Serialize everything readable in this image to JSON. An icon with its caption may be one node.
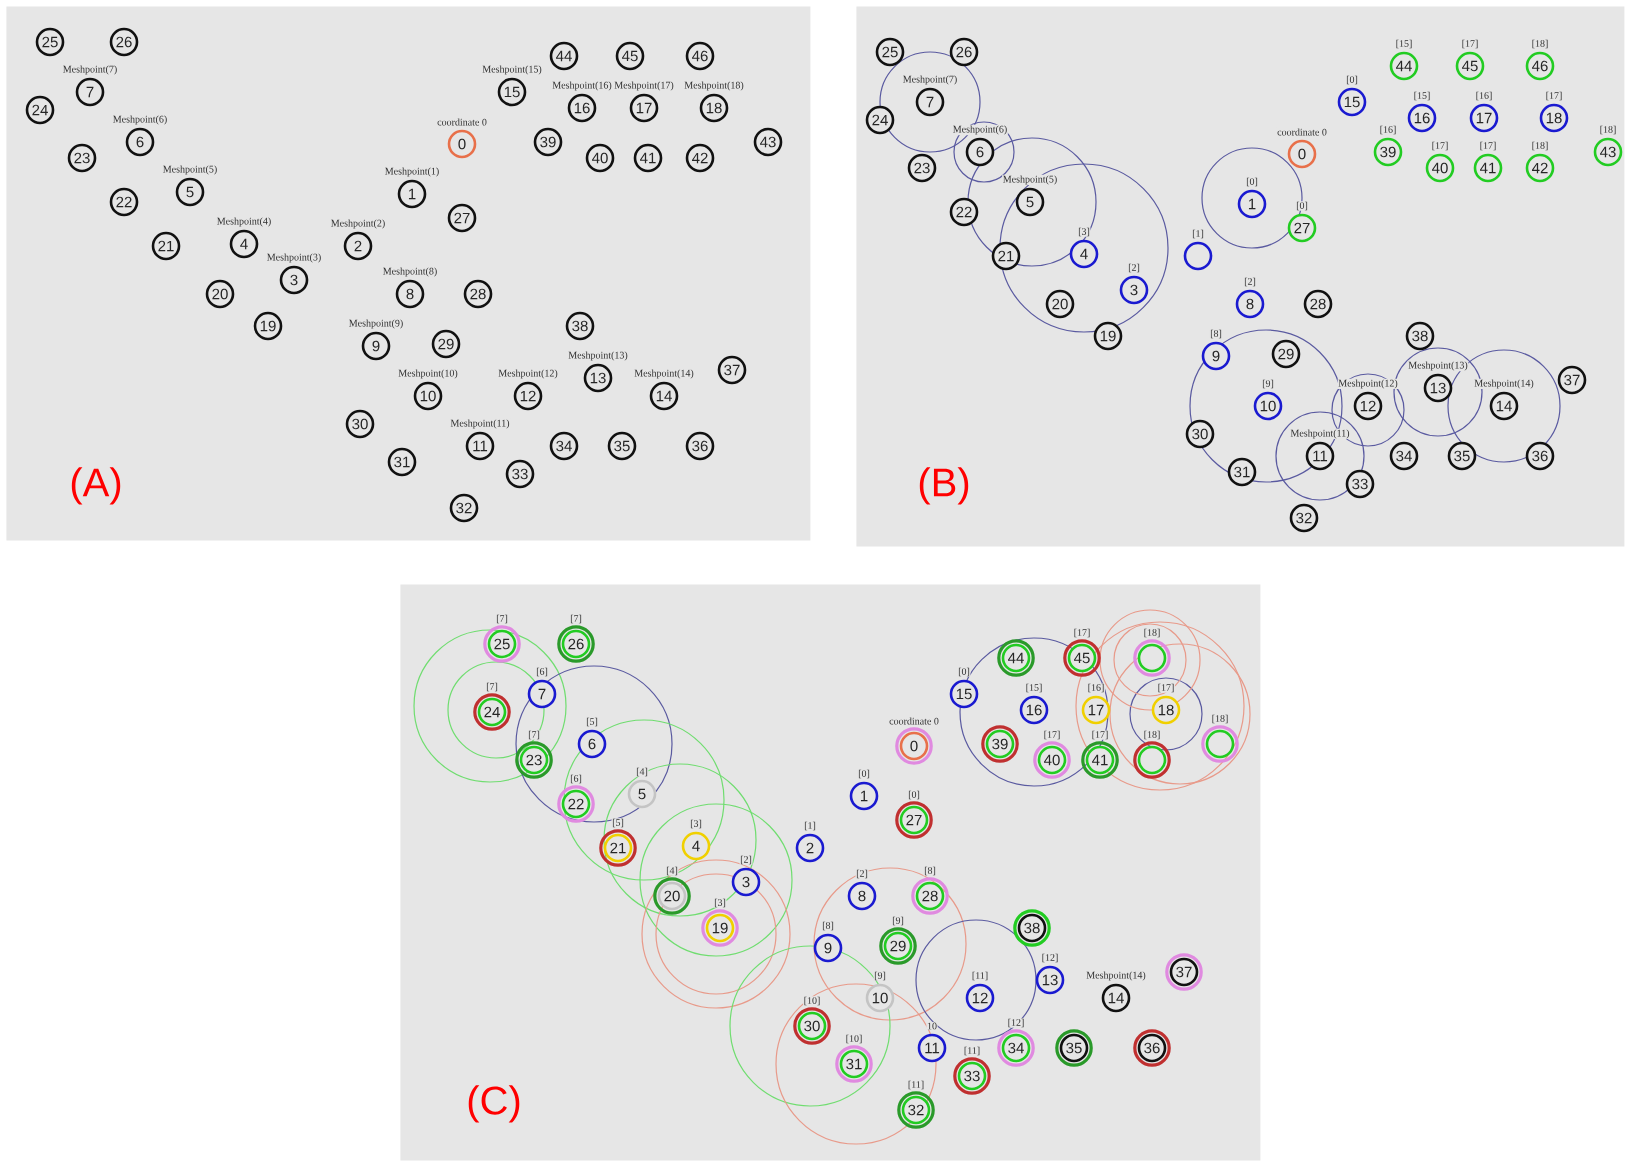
{
  "diagram": {
    "nodes": [
      {
        "text": [
          "(A)"
        ]
      },
      {
        "text": [
          "(B)"
        ]
      },
      {
        "text": [
          "(C)"
        ]
      },
      {
        "text": [
          "0"
        ],
        "in": 0,
        "beside": [
          "coordinate 0"
        ]
      },
      {
        "text": [
          "1"
        ],
        "in": 0,
        "beside": [
          "Meshpoint(1)"
        ]
      },
      {
        "text": [
          "2"
        ],
        "in": 0,
        "beside": [
          "Meshpoint(2)"
        ]
      },
      {
        "text": [
          "3"
        ],
        "in": 0,
        "beside": [
          "Meshpoint(3)"
        ]
      },
      {
        "text": [
          "4"
        ],
        "in": 0,
        "beside": [
          "Meshpoint(4)"
        ]
      },
      {
        "text": [
          "5"
        ],
        "in": 0,
        "beside": [
          "Meshpoint(5)"
        ]
      },
      {
        "text": [
          "6"
        ],
        "in": 0,
        "beside": [
          "Meshpoint(6)"
        ]
      },
      {
        "text": [
          "7"
        ],
        "in": 0,
        "beside": [
          "Meshpoint(7)"
        ]
      },
      {
        "text": [
          "8"
        ],
        "in": 0,
        "beside": [
          "Meshpoint(8)"
        ]
      },
      {
        "text": [
          "9"
        ],
        "in": 0,
        "beside": [
          "Meshpoint(9)"
        ]
      },
      {
        "text": [
          "10"
        ],
        "in": 0,
        "beside": [
          "Meshpoint(10)"
        ]
      },
      {
        "text": [
          "11"
        ],
        "in": 0,
        "beside": [
          "Meshpoint(11)"
        ]
      },
      {
        "text": [
          "12"
        ],
        "in": 0,
        "beside": [
          "Meshpoint(12)"
        ]
      },
      {
        "text": [
          "13"
        ],
        "in": 0,
        "beside": [
          "Meshpoint(13)"
        ]
      },
      {
        "text": [
          "14"
        ],
        "in": 0,
        "beside": [
          "Meshpoint(14)"
        ]
      },
      {
        "text": [
          "15"
        ],
        "in": 0,
        "beside": [
          "Meshpoint(15)"
        ]
      },
      {
        "text": [
          "16"
        ],
        "in": 0,
        "beside": [
          "Meshpoint(16)"
        ]
      },
      {
        "text": [
          "17"
        ],
        "in": 0,
        "beside": [
          "Meshpoint(17)"
        ]
      },
      {
        "text": [
          "18"
        ],
        "in": 0,
        "beside": [
          "Meshpoint(18)"
        ]
      },
      {
        "text": [
          "19"
        ],
        "in": 0
      },
      {
        "text": [
          "20"
        ],
        "in": 0
      },
      {
        "text": [
          "21"
        ],
        "in": 0
      },
      {
        "text": [
          "22"
        ],
        "in": 0
      },
      {
        "text": [
          "23"
        ],
        "in": 0
      },
      {
        "text": [
          "24"
        ],
        "in": 0
      },
      {
        "text": [
          "25"
        ],
        "in": 0
      },
      {
        "text": [
          "26"
        ],
        "in": 0
      },
      {
        "text": [
          "27"
        ],
        "in": 0
      },
      {
        "text": [
          "28"
        ],
        "in": 0
      },
      {
        "text": [
          "29"
        ],
        "in": 0
      },
      {
        "text": [
          "30"
        ],
        "in": 0
      },
      {
        "text": [
          "31"
        ],
        "in": 0
      },
      {
        "text": [
          "32"
        ],
        "in": 0
      },
      {
        "text": [
          "33"
        ],
        "in": 0
      },
      {
        "text": [
          "34"
        ],
        "in": 0
      },
      {
        "text": [
          "35"
        ],
        "in": 0
      },
      {
        "text": [
          "36"
        ],
        "in": 0
      },
      {
        "text": [
          "37"
        ],
        "in": 0
      },
      {
        "text": [
          "38"
        ],
        "in": 0
      },
      {
        "text": [
          "39"
        ],
        "in": 0
      },
      {
        "text": [
          "40"
        ],
        "in": 0
      },
      {
        "text": [
          "41"
        ],
        "in": 0
      },
      {
        "text": [
          "42"
        ],
        "in": 0
      },
      {
        "text": [
          "43"
        ],
        "in": 0
      },
      {
        "text": [
          "44"
        ],
        "in": 0
      },
      {
        "text": [
          "45"
        ],
        "in": 0
      },
      {
        "text": [
          "46"
        ],
        "in": 0
      },
      {
        "text": [
          "0"
        ],
        "in": 1,
        "beside": [
          "coordinate 0"
        ]
      },
      {
        "text": [
          "1"
        ],
        "in": 1,
        "beside": [
          "[0]"
        ]
      },
      {
        "text": [],
        "shape": "circle",
        "in": 1,
        "beside": [
          "[1]"
        ]
      },
      {
        "text": [
          "3"
        ],
        "in": 1,
        "beside": [
          "[2]"
        ]
      },
      {
        "text": [
          "4"
        ],
        "in": 1,
        "beside": [
          "[3]"
        ]
      },
      {
        "text": [
          "Meshpoint(5)",
          "5"
        ],
        "in": 1
      },
      {
        "text": [
          "Meshpoint(6)",
          "6"
        ],
        "in": 1
      },
      {
        "text": [
          "7"
        ],
        "in": 1,
        "beside": [
          "Meshpoint(7)"
        ]
      },
      {
        "text": [
          "8"
        ],
        "in": 1,
        "beside": [
          "[2]"
        ]
      },
      {
        "text": [
          "9"
        ],
        "in": 1,
        "beside": [
          "[8]"
        ]
      },
      {
        "text": [
          "10"
        ],
        "in": 1,
        "beside": [
          "[9]"
        ]
      },
      {
        "text": [
          "Meshpoint(11)",
          "11"
        ],
        "in": 1
      },
      {
        "text": [
          "Meshpoint(12)",
          "12"
        ],
        "in": 1
      },
      {
        "text": [
          "Meshpoint(13)",
          "13"
        ],
        "in": 1
      },
      {
        "text": [
          "Meshpoint(14)",
          "14"
        ],
        "in": 1
      },
      {
        "text": [
          "15"
        ],
        "in": 1,
        "beside": [
          "[0]"
        ]
      },
      {
        "text": [
          "16"
        ],
        "in": 1,
        "beside": [
          "[15]"
        ]
      },
      {
        "text": [
          "17"
        ],
        "in": 1,
        "beside": [
          "[16]"
        ]
      },
      {
        "text": [
          "18"
        ],
        "in": 1,
        "beside": [
          "[17]"
        ]
      },
      {
        "text": [
          "19"
        ],
        "in": 1
      },
      {
        "text": [
          "20"
        ],
        "in": 1
      },
      {
        "text": [
          "21"
        ],
        "in": 1
      },
      {
        "text": [
          "22"
        ],
        "in": 1
      },
      {
        "text": [
          "23"
        ],
        "in": 1
      },
      {
        "text": [
          "24"
        ],
        "in": 1
      },
      {
        "text": [
          "25"
        ],
        "in": 1
      },
      {
        "text": [
          "26"
        ],
        "in": 1
      },
      {
        "text": [
          "27"
        ],
        "in": 1,
        "beside": [
          "[0]"
        ]
      },
      {
        "text": [
          "28"
        ],
        "in": 1
      },
      {
        "text": [
          "29"
        ],
        "in": 1
      },
      {
        "text": [
          "30"
        ],
        "in": 1
      },
      {
        "text": [
          "31"
        ],
        "in": 1
      },
      {
        "text": [
          "32"
        ],
        "in": 1
      },
      {
        "text": [
          "33"
        ],
        "in": 1
      },
      {
        "text": [
          "34"
        ],
        "in": 1
      },
      {
        "text": [
          "35"
        ],
        "in": 1
      },
      {
        "text": [
          "36"
        ],
        "in": 1
      },
      {
        "text": [
          "37"
        ],
        "in": 1
      },
      {
        "text": [
          "38"
        ],
        "in": 1
      },
      {
        "text": [
          "39"
        ],
        "in": 1,
        "beside": [
          "[16]"
        ]
      },
      {
        "text": [
          "40"
        ],
        "in": 1,
        "beside": [
          "[17]"
        ]
      },
      {
        "text": [
          "41"
        ],
        "in": 1,
        "beside": [
          "[17]"
        ]
      },
      {
        "text": [
          "42"
        ],
        "in": 1,
        "beside": [
          "[18]"
        ]
      },
      {
        "text": [
          "43"
        ],
        "in": 1,
        "beside": [
          "[18]"
        ]
      },
      {
        "text": [
          "44"
        ],
        "in": 1,
        "beside": [
          "[15]"
        ]
      },
      {
        "text": [
          "45"
        ],
        "in": 1,
        "beside": [
          "[17]"
        ]
      },
      {
        "text": [
          "46"
        ],
        "in": 1,
        "beside": [
          "[18]"
        ]
      },
      {
        "text": [
          "0"
        ],
        "in": 2,
        "beside": [
          "coordinate 0"
        ]
      },
      {
        "text": [
          "1"
        ],
        "in": 2,
        "beside": [
          "[0]"
        ]
      },
      {
        "text": [
          "2"
        ],
        "in": 2,
        "beside": [
          "[1]"
        ]
      },
      {
        "text": [
          "3"
        ],
        "in": 2,
        "beside": [
          "[2]"
        ]
      },
      {
        "text": [
          "4"
        ],
        "in": 2,
        "beside": [
          "[3]"
        ]
      },
      {
        "text": [
          "5"
        ],
        "in": 2,
        "beside": [
          "[4]"
        ]
      },
      {
        "text": [
          "6"
        ],
        "in": 2,
        "beside": [
          "[5]"
        ]
      },
      {
        "text": [
          "7"
        ],
        "in": 2,
        "beside": [
          "[6]"
        ]
      },
      {
        "text": [
          "8"
        ],
        "in": 2,
        "beside": [
          "[2]"
        ]
      },
      {
        "text": [
          "9"
        ],
        "in": 2,
        "beside": [
          "[8]"
        ]
      },
      {
        "text": [
          "10"
        ],
        "in": 2,
        "beside": [
          "[9]"
        ]
      },
      {
        "text": [
          "11"
        ],
        "in": 2,
        "beside": [
          "10"
        ]
      },
      {
        "text": [
          "12"
        ],
        "in": 2,
        "beside": [
          "[11]"
        ]
      },
      {
        "text": [
          "13"
        ],
        "in": 2,
        "beside": [
          "[12]"
        ]
      },
      {
        "text": [
          "14"
        ],
        "in": 2,
        "beside": [
          "Meshpoint(14)"
        ]
      },
      {
        "text": [
          "15"
        ],
        "in": 2,
        "beside": [
          "[0]"
        ]
      },
      {
        "text": [
          "16"
        ],
        "in": 2,
        "beside": [
          "[15]"
        ]
      },
      {
        "text": [
          "17"
        ],
        "in": 2,
        "beside": [
          "[16]"
        ]
      },
      {
        "text": [
          "18"
        ],
        "in": 2,
        "beside": [
          "[17]"
        ]
      },
      {
        "text": [
          "19"
        ],
        "in": 2,
        "beside": [
          "[3]"
        ]
      },
      {
        "text": [
          "20"
        ],
        "in": 2,
        "beside": [
          "[4]"
        ]
      },
      {
        "text": [
          "21"
        ],
        "in": 2,
        "beside": [
          "[5]"
        ]
      },
      {
        "text": [
          "22"
        ],
        "in": 2,
        "beside": [
          "[6]"
        ]
      },
      {
        "text": [
          "23"
        ],
        "in": 2,
        "beside": [
          "[7]"
        ]
      },
      {
        "text": [
          "24"
        ],
        "in": 2,
        "beside": [
          "[7]"
        ]
      },
      {
        "text": [
          "25"
        ],
        "in": 2,
        "beside": [
          "[7]"
        ]
      },
      {
        "text": [
          "26"
        ],
        "in": 2,
        "beside": [
          "[7]"
        ]
      },
      {
        "text": [
          "27"
        ],
        "in": 2,
        "beside": [
          "[0]"
        ]
      },
      {
        "text": [
          "28"
        ],
        "in": 2,
        "beside": [
          "[8]"
        ]
      },
      {
        "text": [
          "29"
        ],
        "in": 2,
        "beside": [
          "[9]"
        ]
      },
      {
        "text": [
          "30"
        ],
        "in": 2,
        "beside": [
          "[10]"
        ]
      },
      {
        "text": [
          "31"
        ],
        "in": 2,
        "beside": [
          "[10]"
        ]
      },
      {
        "text": [
          "32"
        ],
        "in": 2,
        "beside": [
          "[11]"
        ]
      },
      {
        "text": [
          "33"
        ],
        "in": 2,
        "beside": [
          "[11]"
        ]
      },
      {
        "text": [
          "34"
        ],
        "in": 2,
        "beside": [
          "[12]"
        ]
      },
      {
        "text": [
          "35"
        ],
        "in": 2
      },
      {
        "text": [
          "36"
        ],
        "in": 2
      },
      {
        "text": [
          "37"
        ],
        "in": 2
      },
      {
        "text": [
          "38"
        ],
        "in": 2
      },
      {
        "text": [
          "39"
        ],
        "in": 2
      },
      {
        "text": [
          "40"
        ],
        "in": 2,
        "beside": [
          "[17]"
        ]
      },
      {
        "text": [
          "41"
        ],
        "in": 2,
        "beside": [
          "[17]"
        ]
      },
      {
        "text": [],
        "shape": "circle",
        "in": 2,
        "beside": [
          "[18]"
        ]
      },
      {
        "text": [],
        "shape": "circle",
        "in": 2,
        "beside": [
          "[18]"
        ]
      },
      {
        "text": [
          "44"
        ],
        "in": 2
      },
      {
        "text": [
          "45"
        ],
        "in": 2,
        "beside": [
          "[17]"
        ]
      },
      {
        "text": [],
        "shape": "circle",
        "in": 2,
        "beside": [
          "[18]"
        ]
      }
    ]
  }
}
